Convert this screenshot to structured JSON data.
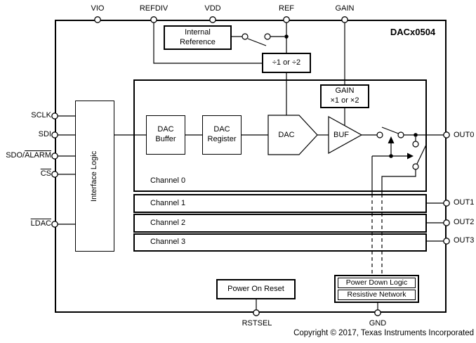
{
  "colors": {
    "line": "#000000",
    "background": "#ffffff",
    "text": "#000000"
  },
  "part_number": "DACx0504",
  "copyright_notice": "Copyright © 2017, Texas Instruments Incorporated",
  "pins": {
    "top": [
      "VIO",
      "REFDIV",
      "VDD",
      "REF",
      "GAIN"
    ],
    "left": [
      {
        "prefix": "SCLK",
        "overline": ""
      },
      {
        "prefix": "SDI",
        "overline": ""
      },
      {
        "prefix": "SDO/",
        "overline": "ALARM"
      },
      {
        "prefix": "",
        "overline": "CS"
      },
      {
        "prefix": "",
        "overline": "LDAC"
      }
    ],
    "right": [
      "OUT0",
      "OUT1",
      "OUT2",
      "OUT3"
    ],
    "bottom": [
      "RSTSEL",
      "GND"
    ]
  },
  "blocks": {
    "internal_reference": {
      "line1": "Internal",
      "line2": "Reference"
    },
    "reference_divider": {
      "label": "÷1 or ÷2"
    },
    "gain_stage": {
      "line1": "GAIN",
      "line2": "×1 or ×2"
    },
    "interface_logic": {
      "label": "Interface Logic"
    },
    "dac_buffer": {
      "line1": "DAC",
      "line2": "Buffer"
    },
    "dac_register": {
      "line1": "DAC",
      "line2": "Register"
    },
    "dac": {
      "label": "DAC"
    },
    "buf": {
      "label": "BUF"
    },
    "power_on_reset": {
      "label": "Power On Reset"
    },
    "power_down_logic": {
      "label": "Power Down Logic"
    },
    "resistive_network": {
      "label": "Resistive Network"
    }
  },
  "channels": [
    {
      "label": "Channel 0"
    },
    {
      "label": "Channel 1"
    },
    {
      "label": "Channel 2"
    },
    {
      "label": "Channel 3"
    }
  ]
}
